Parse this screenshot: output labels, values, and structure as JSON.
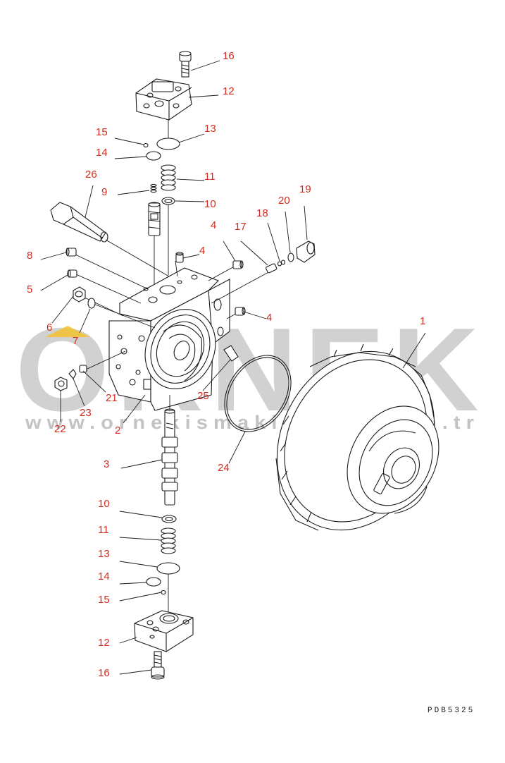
{
  "diagram": {
    "callouts": [
      "16",
      "12",
      "15",
      "13",
      "14",
      "11",
      "26",
      "9",
      "10",
      "4",
      "17",
      "18",
      "20",
      "19",
      "8",
      "4",
      "5",
      "6",
      "7",
      "4",
      "1",
      "21",
      "23",
      "22",
      "25",
      "2",
      "24",
      "3",
      "10",
      "11",
      "13",
      "14",
      "15",
      "12",
      "16"
    ],
    "drawing_code": "PDB5325"
  },
  "watermark": {
    "brand": "ORNEK",
    "url": "www.ornekismakinalari.com.tr"
  }
}
